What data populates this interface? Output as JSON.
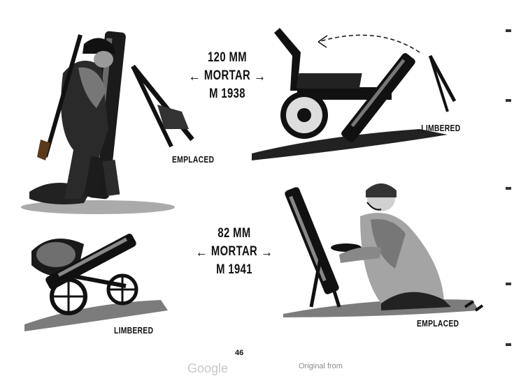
{
  "top_pair": {
    "label_line1": "120 MM",
    "label_line2": "MORTAR",
    "label_line3": "M 1938",
    "left_caption": "EMPLACED",
    "right_caption": ". LIMBERED",
    "left_arrow": "←",
    "right_arrow": "→"
  },
  "bottom_pair": {
    "label_line1": "82 MM",
    "label_line2": "MORTAR",
    "label_line3": "M 1941",
    "left_caption": "LIMBERED",
    "right_caption": "EMPLACED",
    "left_arrow": "←",
    "right_arrow": "→"
  },
  "page_number": "46",
  "footer": {
    "google": "Google",
    "original_from": "Original from"
  }
}
